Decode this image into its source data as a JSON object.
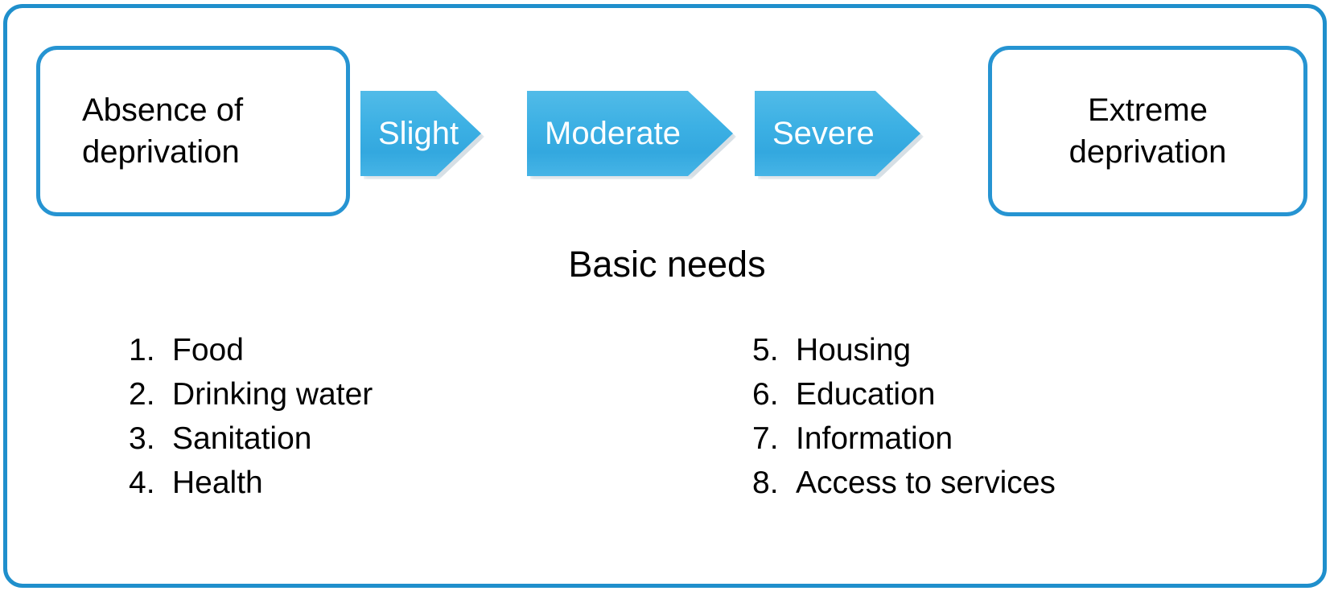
{
  "diagram": {
    "title": "Basic needs",
    "spectrum": {
      "start_box": {
        "lines": [
          "Absence of",
          "deprivation"
        ]
      },
      "end_box": {
        "lines": [
          "Extreme",
          "deprivation"
        ]
      },
      "steps": [
        {
          "label": "Slight"
        },
        {
          "label": "Moderate"
        },
        {
          "label": "Severe"
        }
      ]
    },
    "needs_list": {
      "left_column": [
        {
          "num": "1.",
          "text": "Food"
        },
        {
          "num": "2.",
          "text": "Drinking water"
        },
        {
          "num": "3.",
          "text": "Sanitation"
        },
        {
          "num": "4.",
          "text": "Health"
        }
      ],
      "right_column": [
        {
          "num": "5.",
          "text": "Housing"
        },
        {
          "num": "6.",
          "text": "Education"
        },
        {
          "num": "7.",
          "text": "Information"
        },
        {
          "num": "8.",
          "text": "Access to services"
        }
      ]
    },
    "colors": {
      "frame_border": "#1f8fcc",
      "box_border": "#2694d2",
      "arrow_fill": "#3cb0e4",
      "arrow_text": "#ffffff",
      "text": "#000000",
      "background": "#ffffff"
    }
  }
}
